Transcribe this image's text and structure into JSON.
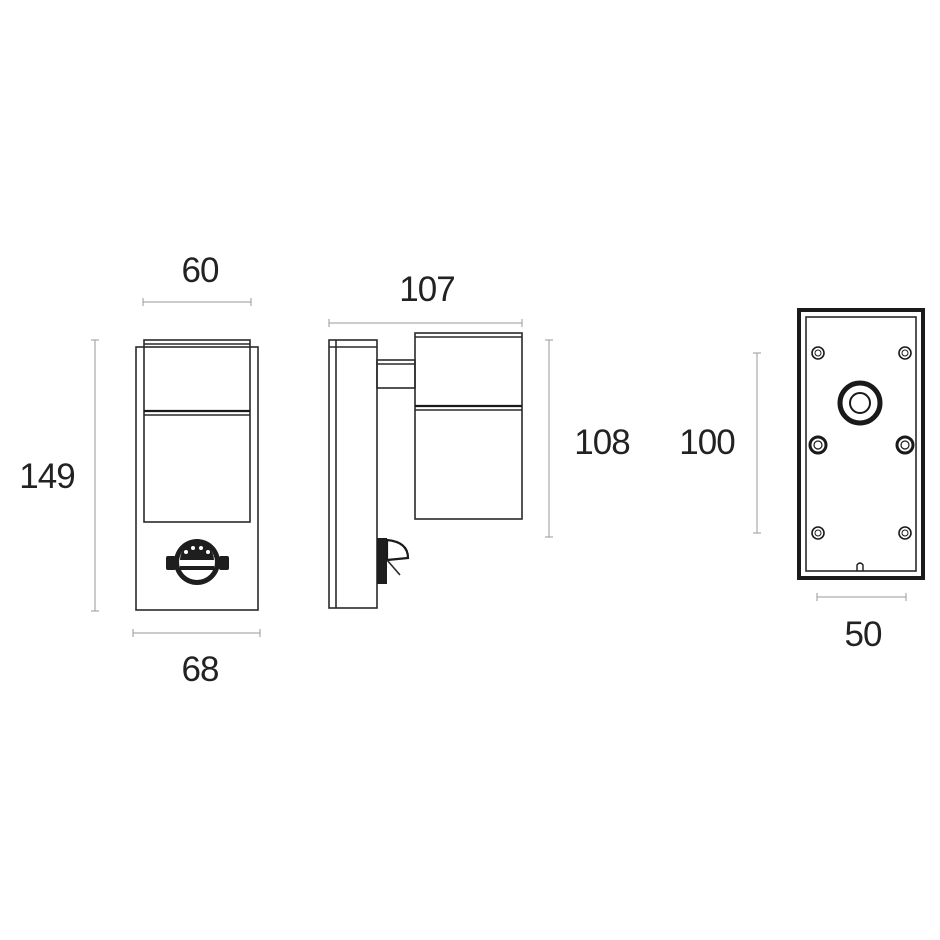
{
  "dimensions": {
    "front_top_width": "60",
    "front_height": "149",
    "front_bottom_width": "68",
    "side_width": "107",
    "side_head_height": "108",
    "back_height": "100",
    "back_width": "50"
  },
  "colors": {
    "line": "#2a2a2a",
    "dimension_line": "#9a9a9a",
    "text": "#222222",
    "background": "#ffffff"
  }
}
